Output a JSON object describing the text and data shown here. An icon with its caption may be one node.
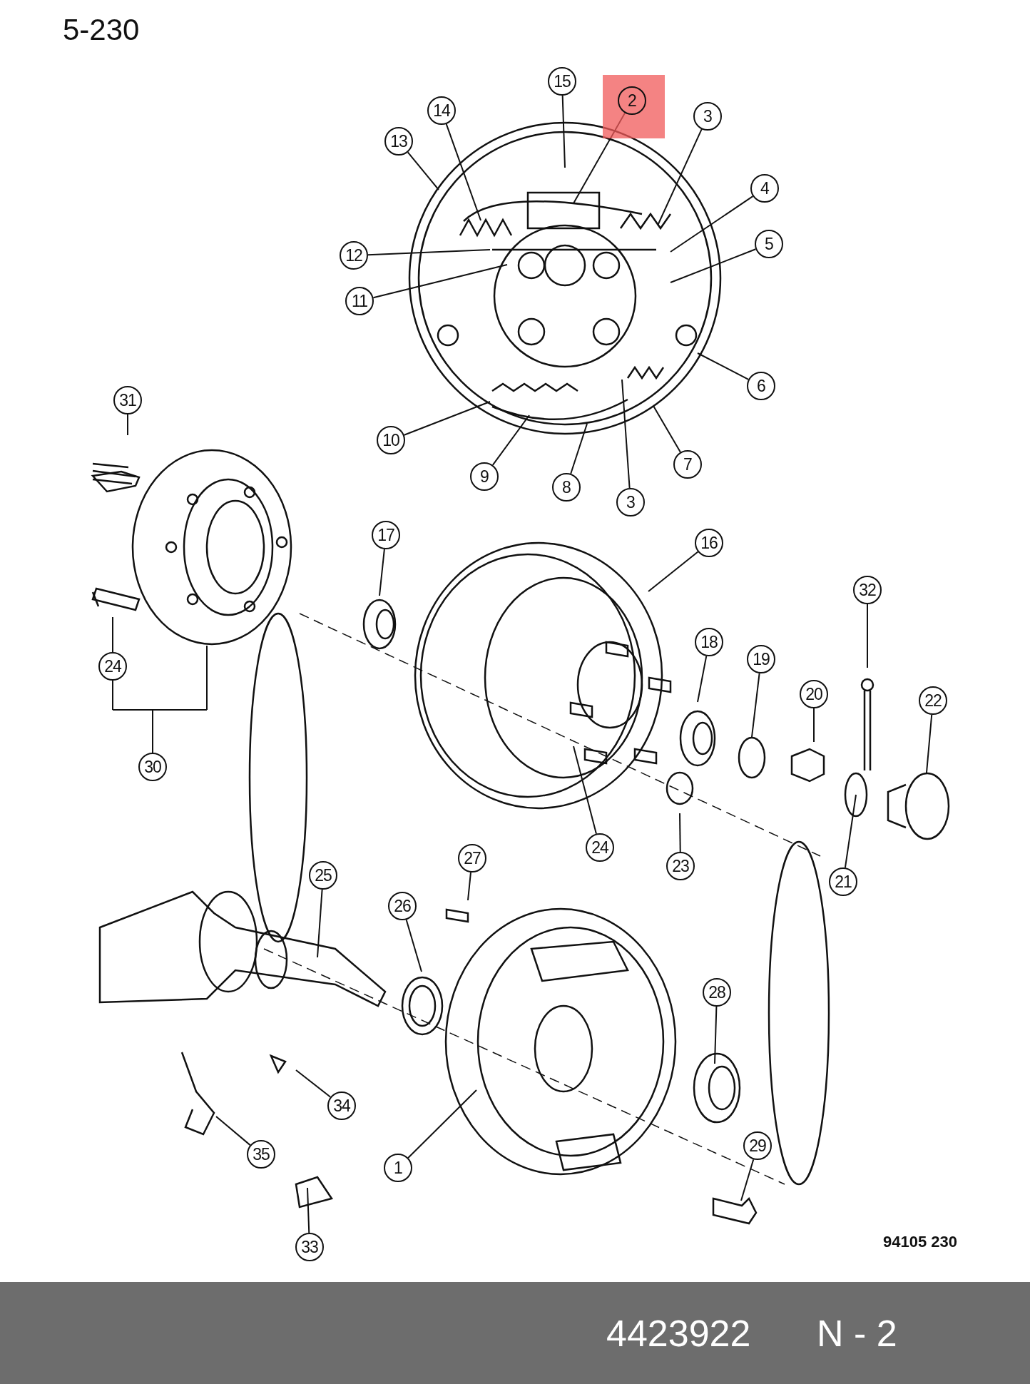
{
  "diagram": {
    "nodes": [
      {
        "text": [
          "15"
        ]
      },
      {
        "text": [
          "2"
        ]
      },
      {
        "text": [
          "14"
        ]
      },
      {
        "text": [
          "3"
        ]
      },
      {
        "text": [
          "13"
        ]
      },
      {
        "text": [
          "4"
        ]
      },
      {
        "text": [
          "5"
        ]
      },
      {
        "text": [
          "12"
        ]
      },
      {
        "text": [
          "11"
        ]
      },
      {
        "text": [
          "6"
        ]
      },
      {
        "text": [
          "10"
        ]
      },
      {
        "text": [
          "7"
        ]
      },
      {
        "text": [
          "9"
        ]
      },
      {
        "text": [
          "8"
        ]
      },
      {
        "text": [
          "3"
        ]
      },
      {
        "text": [
          "31"
        ]
      },
      {
        "text": [
          "17"
        ]
      },
      {
        "text": [
          "16"
        ]
      },
      {
        "text": [
          "32"
        ]
      },
      {
        "text": [
          "18"
        ]
      },
      {
        "text": [
          "19"
        ]
      },
      {
        "text": [
          "24"
        ]
      },
      {
        "text": [
          "20"
        ]
      },
      {
        "text": [
          "22"
        ]
      },
      {
        "text": [
          "30"
        ]
      },
      {
        "text": [
          "24"
        ]
      },
      {
        "text": [
          "23"
        ]
      },
      {
        "text": [
          "27"
        ]
      },
      {
        "text": [
          "21"
        ]
      },
      {
        "text": [
          "25"
        ]
      },
      {
        "text": [
          "26"
        ]
      },
      {
        "text": [
          "28"
        ]
      },
      {
        "text": [
          "34"
        ]
      },
      {
        "text": [
          "29"
        ]
      },
      {
        "text": [
          "35"
        ]
      },
      {
        "text": [
          "1"
        ]
      },
      {
        "text": [
          "33"
        ]
      }
    ],
    "edges": [
      {
        "from": 0,
        "to": null,
        "arrow": "none"
      },
      {
        "from": 1,
        "to": null,
        "arrow": "none"
      },
      {
        "from": 2,
        "to": null,
        "arrow": "none"
      },
      {
        "from": 3,
        "to": null,
        "arrow": "none"
      },
      {
        "from": 4,
        "to": null,
        "arrow": "none"
      },
      {
        "from": 5,
        "to": null,
        "arrow": "none"
      },
      {
        "from": 6,
        "to": null,
        "arrow": "none"
      },
      {
        "from": 7,
        "to": null,
        "arrow": "none"
      },
      {
        "from": 8,
        "to": null,
        "arrow": "none"
      },
      {
        "from": 9,
        "to": null,
        "arrow": "none"
      },
      {
        "from": 10,
        "to": null,
        "arrow": "none"
      },
      {
        "from": 11,
        "to": null,
        "arrow": "none"
      },
      {
        "from": 12,
        "to": null,
        "arrow": "none"
      },
      {
        "from": 13,
        "to": null,
        "arrow": "none"
      },
      {
        "from": 14,
        "to": null,
        "arrow": "none"
      },
      {
        "from": 15,
        "to": null,
        "arrow": "none"
      },
      {
        "from": 16,
        "to": null,
        "arrow": "none"
      },
      {
        "from": 17,
        "to": null,
        "arrow": "none"
      },
      {
        "from": 18,
        "to": null,
        "arrow": "none"
      },
      {
        "from": 19,
        "to": null,
        "arrow": "none"
      },
      {
        "from": 20,
        "to": null,
        "arrow": "none"
      },
      {
        "from": 21,
        "to": null,
        "arrow": "none"
      },
      {
        "from": 22,
        "to": null,
        "arrow": "none"
      },
      {
        "from": 23,
        "to": null,
        "arrow": "none"
      },
      {
        "from": 24,
        "to": null,
        "arrow": "none"
      },
      {
        "from": 25,
        "to": null,
        "arrow": "none"
      },
      {
        "from": 26,
        "to": null,
        "arrow": "none"
      },
      {
        "from": 27,
        "to": null,
        "arrow": "none"
      },
      {
        "from": 28,
        "to": null,
        "arrow": "none"
      },
      {
        "from": 29,
        "to": null,
        "arrow": "none"
      },
      {
        "from": 30,
        "to": null,
        "arrow": "none"
      },
      {
        "from": 31,
        "to": null,
        "arrow": "none"
      },
      {
        "from": 32,
        "to": null,
        "arrow": "none"
      },
      {
        "from": 33,
        "to": null,
        "arrow": "none"
      },
      {
        "from": 34,
        "to": null,
        "arrow": "none"
      },
      {
        "from": 35,
        "to": null,
        "arrow": "none"
      },
      {
        "from": 36,
        "to": null,
        "arrow": "none"
      }
    ],
    "labels": [
      "5-230",
      "94105 230",
      "4423922",
      "N - 2"
    ]
  }
}
